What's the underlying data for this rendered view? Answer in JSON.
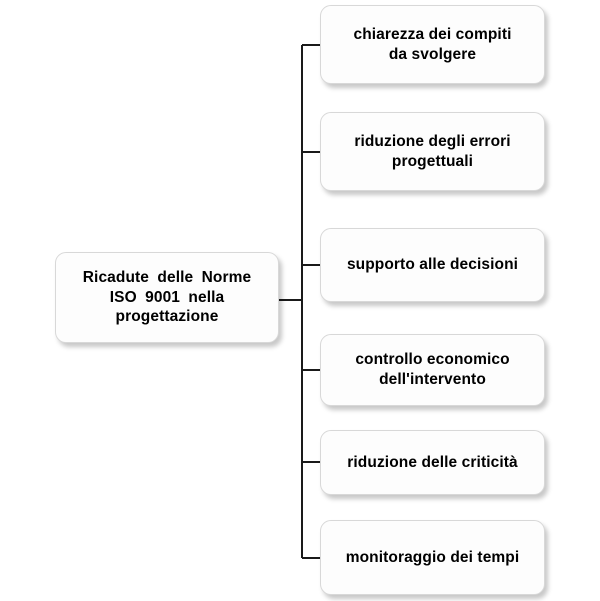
{
  "diagram": {
    "type": "tree",
    "orientation": "left-to-right",
    "background_color": "#ffffff",
    "box_fill_color": "#fdfdfd",
    "box_border_color": "#d8d8d8",
    "connector_color": "#1a1a1a",
    "text_color": "#000000",
    "root": {
      "label": "Ricadute delle Norme\nISO 9001 nella\nprogettazione"
    },
    "leaves": [
      {
        "label": "chiarezza dei compiti\nda svolgere"
      },
      {
        "label": "riduzione degli errori\nprogettuali"
      },
      {
        "label": "supporto alle decisioni"
      },
      {
        "label": "controllo economico\ndell'intervento"
      },
      {
        "label": "riduzione delle criticità"
      },
      {
        "label": "monitoraggio dei tempi"
      }
    ]
  }
}
